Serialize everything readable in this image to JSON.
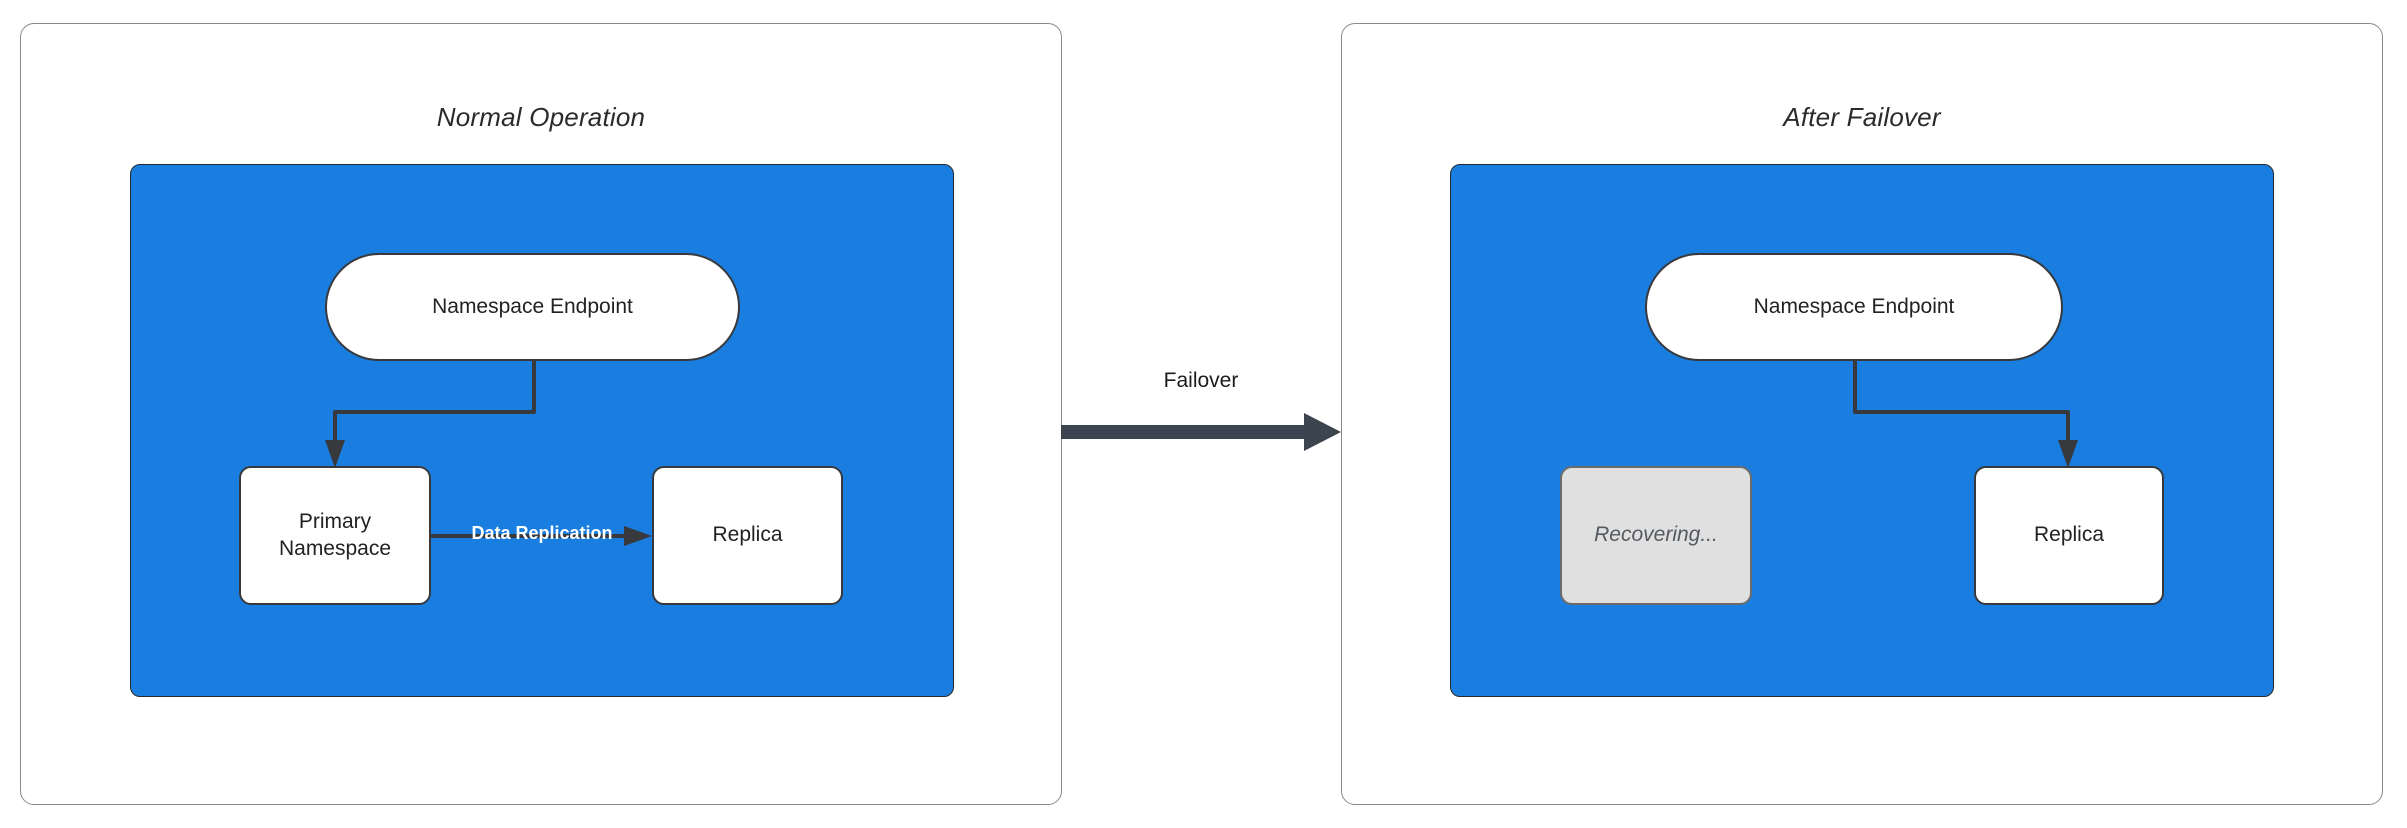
{
  "diagram": {
    "title_left": "Normal Operation",
    "title_right": "After Failover",
    "transition": {
      "label": "Failover",
      "icon": "right-arrow-icon"
    },
    "colors": {
      "region_fill": "#1a7ee0",
      "node_fill": "#ffffff",
      "node_stroke": "#38393d",
      "dimmed_fill": "#e0e0e0",
      "dimmed_text": "#555a60",
      "edge_stroke": "#38393d",
      "transition_arrow": "#3c444f",
      "panel_border": "#8a8a8a",
      "edge_label_text": "#ffffff"
    },
    "panels": [
      {
        "id": "normal-operation",
        "title": "Normal Operation",
        "nodes": [
          {
            "id": "namespace-endpoint-left",
            "label": "Namespace Endpoint",
            "shape": "pill",
            "state": "active"
          },
          {
            "id": "primary-namespace",
            "label": "Primary\nNamespace",
            "label_line1": "Primary",
            "label_line2": "Namespace",
            "shape": "box",
            "state": "active"
          },
          {
            "id": "replica-left",
            "label": "Replica",
            "shape": "box",
            "state": "active"
          }
        ],
        "edges": [
          {
            "from": "namespace-endpoint-left",
            "to": "primary-namespace",
            "label": ""
          },
          {
            "from": "primary-namespace",
            "to": "replica-left",
            "label": "Data Replication"
          }
        ]
      },
      {
        "id": "after-failover",
        "title": "After Failover",
        "nodes": [
          {
            "id": "namespace-endpoint-right",
            "label": "Namespace Endpoint",
            "shape": "pill",
            "state": "active"
          },
          {
            "id": "recovering",
            "label": "Recovering...",
            "shape": "box",
            "state": "dimmed"
          },
          {
            "id": "replica-right",
            "label": "Replica",
            "shape": "box",
            "state": "active"
          }
        ],
        "edges": [
          {
            "from": "namespace-endpoint-right",
            "to": "replica-right",
            "label": ""
          }
        ]
      }
    ]
  }
}
